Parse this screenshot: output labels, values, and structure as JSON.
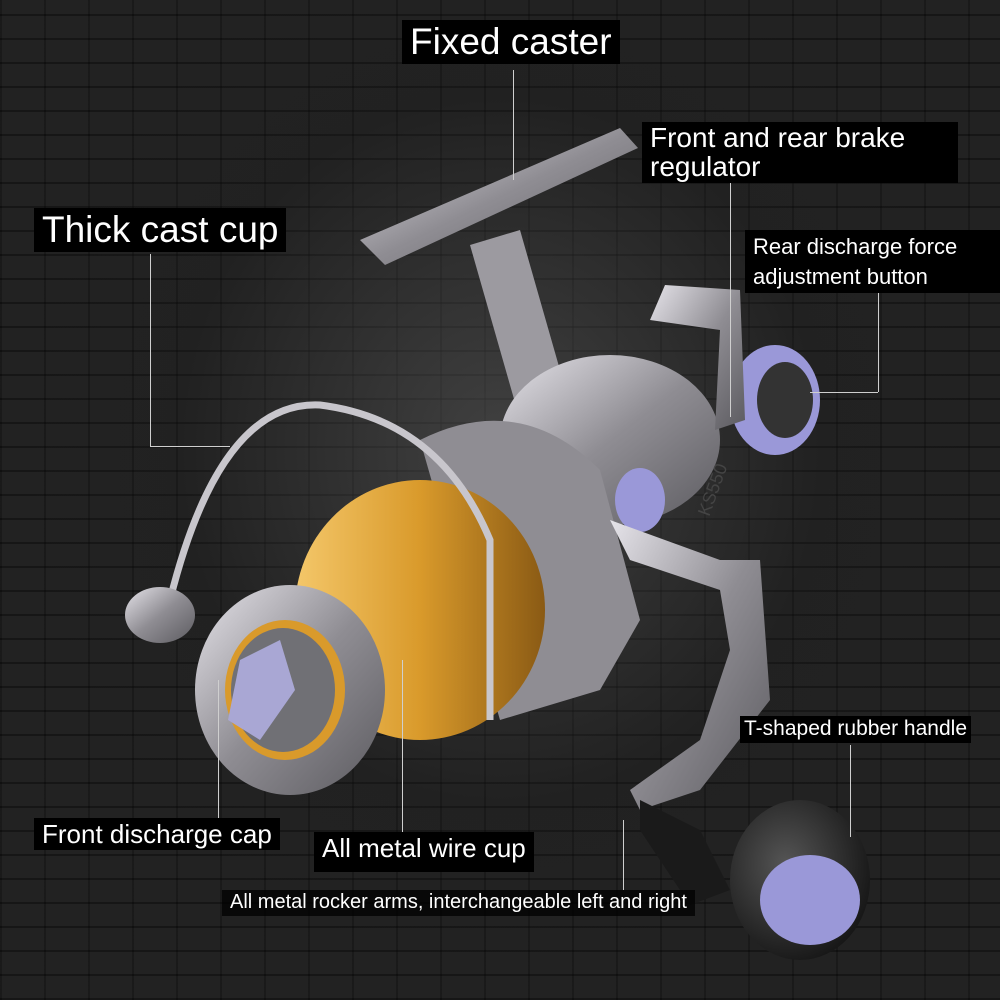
{
  "labels": {
    "fixed_caster": "Fixed caster",
    "brake_regulator": "Front and rear brake regulator",
    "thick_cast_cup": "Thick cast cup",
    "rear_discharge": "Rear discharge force adjustment button",
    "front_discharge_cap": "Front discharge cap",
    "wire_cup": "All metal wire cup",
    "rubber_handle": "T-shaped rubber handle",
    "rocker_arms": "All metal rocker arms, interchangeable left and right"
  },
  "product": {
    "model_engraving": "KS550"
  },
  "colors": {
    "spool_gold": "#d99a2b",
    "metal": "#b5b3b8",
    "accent_lavender": "#9a98d8"
  }
}
